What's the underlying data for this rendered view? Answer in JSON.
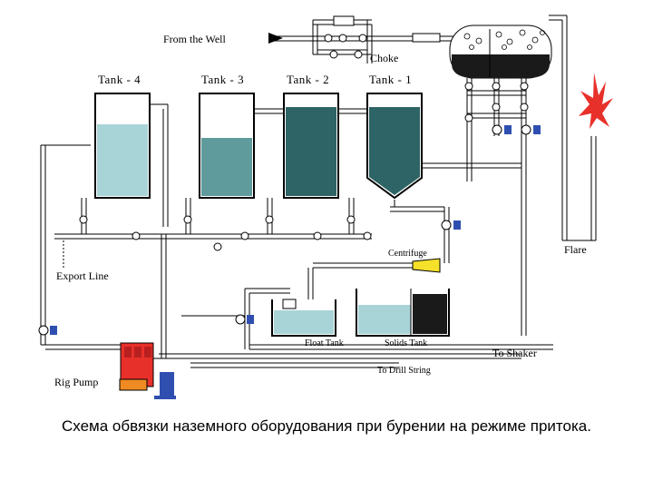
{
  "labels": {
    "from_well": "From the Well",
    "choke": "Choke",
    "tank4": "Tank - 4",
    "tank3": "Tank - 3",
    "tank2": "Tank - 2",
    "tank1": "Tank - 1",
    "flare": "Flare",
    "centrifuge": "Centrifuge",
    "export_line": "Export Line",
    "float_tank": "Float Tank",
    "solids_tank": "Solids Tank",
    "to_shaker": "To Shaker",
    "to_drill_string": "To Drill String",
    "rig_pump": "Rig Pump"
  },
  "caption": "Схема обвязки наземного оборудования при бурении на режиме притока.",
  "colors": {
    "pipe": "#000000",
    "water_light": "#a8d4d8",
    "water_mid": "#5f9b9c",
    "water_dark": "#2f6466",
    "sludge": "#1a1a1a",
    "pump_red": "#e8302a",
    "motor_blue": "#2f4fb0",
    "flare_red": "#e8302a",
    "nozzle_yellow": "#f6e12a"
  }
}
